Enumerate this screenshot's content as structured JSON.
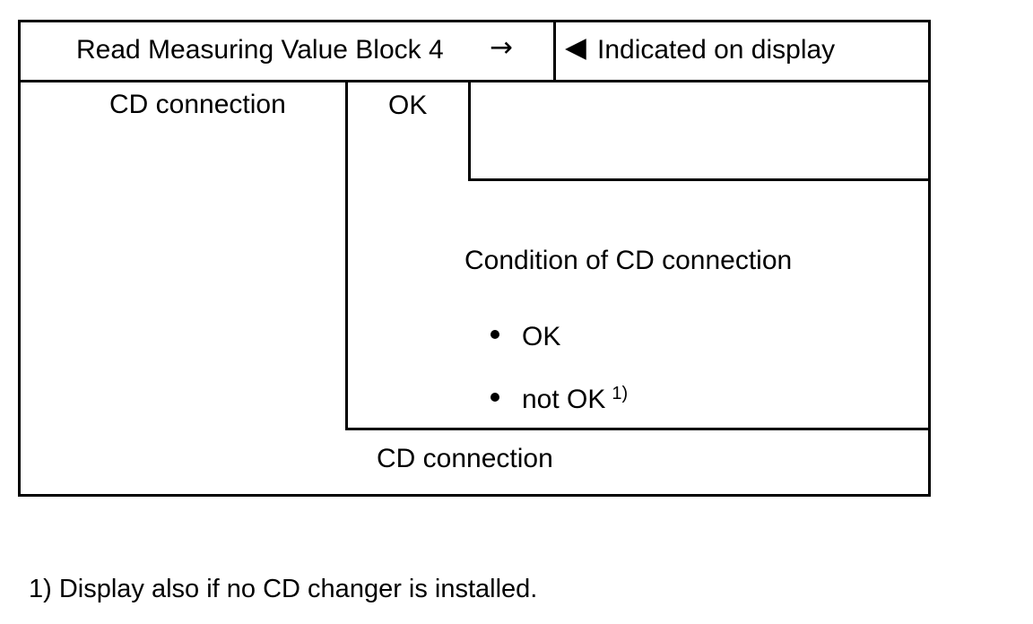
{
  "colors": {
    "background": "#ffffff",
    "line": "#000000",
    "text": "#000000"
  },
  "header": {
    "command_label": "Read Measuring Value Block 4",
    "arrow_right": "→",
    "display_pointer": "◀",
    "display_label": "Indicated on display"
  },
  "table": {
    "function_label": "CD connection",
    "status_label": "OK",
    "condition_title": "Condition of CD connection",
    "options": [
      {
        "text": "OK",
        "sup": ""
      },
      {
        "text": "not OK",
        "sup": "1)"
      }
    ],
    "bottom_label": "CD connection"
  },
  "footnote": "1) Display also if no CD changer is installed."
}
